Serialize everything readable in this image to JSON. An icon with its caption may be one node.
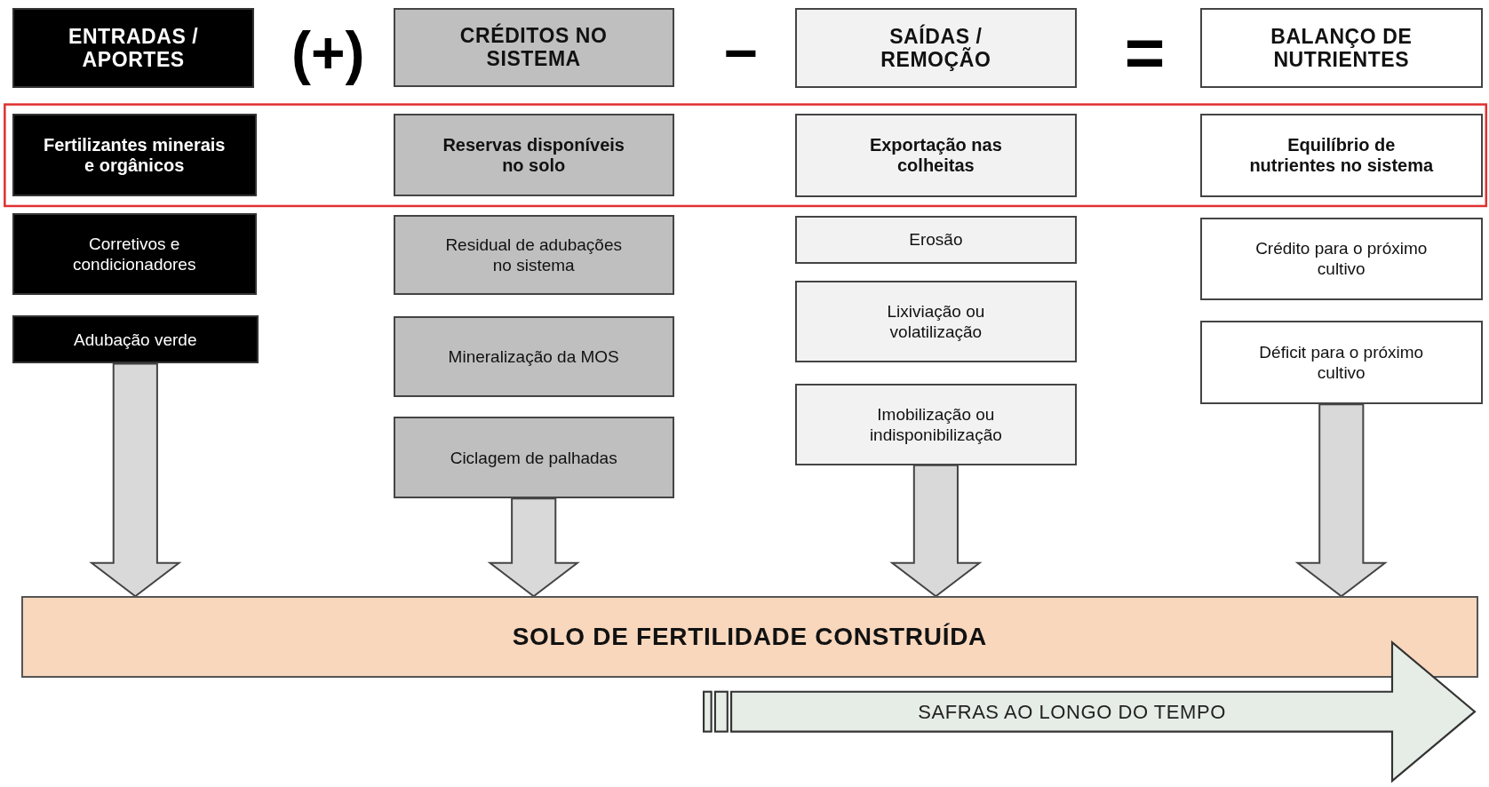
{
  "diagram": {
    "nodes": [
      {
        "text": [
          "ENTRADAS / APORTES"
        ]
      },
      {
        "text": [
          "CRÉDITOS NO SISTEMA"
        ]
      },
      {
        "text": [
          "SAÍDAS / REMOÇÃO"
        ]
      },
      {
        "text": [
          "BALANÇO DE NUTRIENTES"
        ]
      },
      {
        "text": [
          "Fertilizantes minerais e orgânicos"
        ]
      },
      {
        "text": [
          "Reservas disponíveis no solo"
        ]
      },
      {
        "text": [
          "Exportação nas colheitas"
        ]
      },
      {
        "text": [
          "Equilíbrio de nutrientes no sistema"
        ]
      },
      {
        "text": [
          "Corretivos e condicionadores"
        ]
      },
      {
        "text": [
          "Adubação verde"
        ]
      },
      {
        "text": [
          "Residual de adubações no sistema"
        ]
      },
      {
        "text": [
          "Mineralização da MOS"
        ]
      },
      {
        "text": [
          "Ciclagem de palhadas"
        ]
      },
      {
        "text": [
          "Erosão"
        ]
      },
      {
        "text": [
          "Lixiviação ou volatilização"
        ]
      },
      {
        "text": [
          "Imobilização ou indisponibilização"
        ]
      },
      {
        "text": [
          "Crédito para o próximo cultivo"
        ]
      },
      {
        "text": [
          "Déficit para o próximo cultivo"
        ]
      },
      {
        "text": [
          "SOLO DE FERTILIDADE CONSTRUÍDA"
        ]
      },
      {
        "text": [
          "SAFRAS AO LONGO DO TEMPO"
        ]
      }
    ],
    "edges": [
      {
        "from": 9,
        "to": 18,
        "arrow": "to"
      },
      {
        "from": 12,
        "to": 18,
        "arrow": "to"
      },
      {
        "from": 15,
        "to": 18,
        "arrow": "to"
      },
      {
        "from": 17,
        "to": 18,
        "arrow": "to"
      }
    ],
    "labels": [
      "(+)",
      "−",
      "="
    ]
  }
}
